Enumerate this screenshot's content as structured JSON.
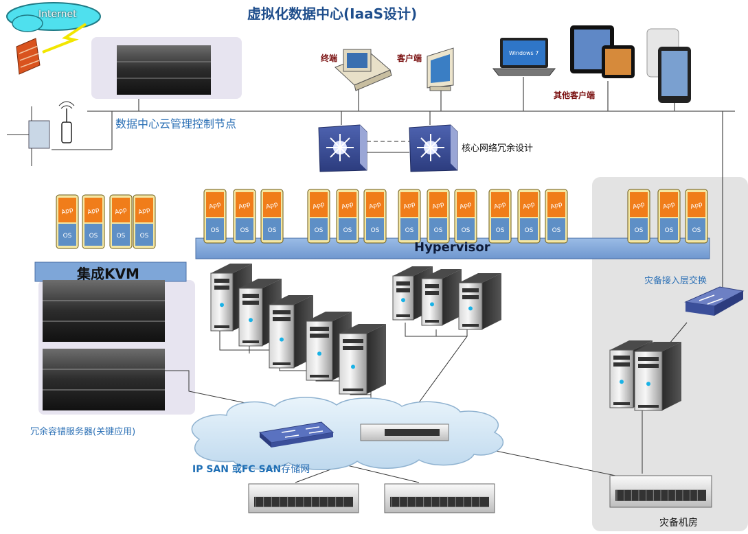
{
  "title": "虚拟化数据中心(IaaS设计)",
  "labels": {
    "internet": "Internet",
    "cloud_mgmt": "数据中心云管理控制节点",
    "terminal": "终端",
    "client": "客户端",
    "other_clients": "其他客户端",
    "core_network": "核心网络冗余设计",
    "hypervisor": "Hypervisor",
    "kvm": "集成KVM",
    "dr_switch": "灾备接入层交换",
    "redundant_storage": "冗余容错服务器(关键应用)",
    "san_prefix": "IP SAN",
    "san_mid": " 或",
    "san_fc": "FC SAN",
    "san_suffix": "存储网",
    "dr_room": "灾备机房",
    "windows": "Windows 7"
  },
  "vm": {
    "app": "App",
    "os": "OS"
  },
  "colors": {
    "title": "#1f4e8c",
    "accent_blue": "#2a6fb5",
    "hypervisor_bar": "#7ea6d8",
    "vm_app": "#f07d1a",
    "vm_os": "#5e8fc6",
    "switch": "#3b4f9a",
    "panel": "#e7e4f0",
    "dr_panel": "#e3e3e3"
  }
}
